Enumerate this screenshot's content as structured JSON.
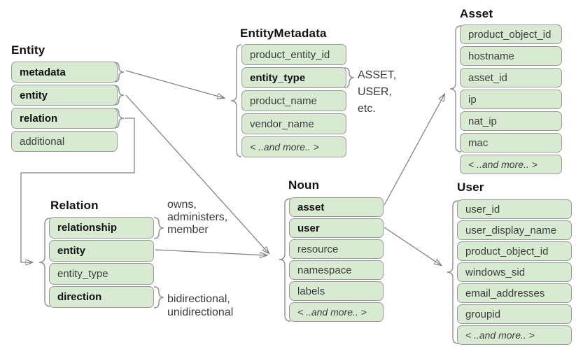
{
  "tables": {
    "entity": {
      "title": "Entity",
      "fields": [
        {
          "label": "metadata",
          "bold": true
        },
        {
          "label": "entity",
          "bold": true
        },
        {
          "label": "relation",
          "bold": true
        },
        {
          "label": "additional",
          "bold": false
        }
      ]
    },
    "entity_metadata": {
      "title": "EntityMetadata",
      "fields": [
        {
          "label": "product_entity_id",
          "bold": false
        },
        {
          "label": "entity_type",
          "bold": true
        },
        {
          "label": "product_name",
          "bold": false
        },
        {
          "label": "vendor_name",
          "bold": false
        },
        {
          "label": "< ..and more.. >",
          "bold": false,
          "more": true
        }
      ]
    },
    "asset": {
      "title": "Asset",
      "fields": [
        {
          "label": "product_object_id",
          "bold": false
        },
        {
          "label": "hostname",
          "bold": false
        },
        {
          "label": "asset_id",
          "bold": false
        },
        {
          "label": "ip",
          "bold": false
        },
        {
          "label": "nat_ip",
          "bold": false
        },
        {
          "label": "mac",
          "bold": false
        },
        {
          "label": "< ..and more.. >",
          "bold": false,
          "more": true
        }
      ]
    },
    "relation": {
      "title": "Relation",
      "fields": [
        {
          "label": "relationship",
          "bold": true
        },
        {
          "label": "entity",
          "bold": true
        },
        {
          "label": "entity_type",
          "bold": false
        },
        {
          "label": "direction",
          "bold": true
        }
      ]
    },
    "noun": {
      "title": "Noun",
      "fields": [
        {
          "label": "asset",
          "bold": true
        },
        {
          "label": "user",
          "bold": true
        },
        {
          "label": "resource",
          "bold": false
        },
        {
          "label": "namespace",
          "bold": false
        },
        {
          "label": "labels",
          "bold": false
        },
        {
          "label": "< ..and more.. >",
          "bold": false,
          "more": true
        }
      ]
    },
    "user": {
      "title": "User",
      "fields": [
        {
          "label": "user_id",
          "bold": false
        },
        {
          "label": "user_display_name",
          "bold": false
        },
        {
          "label": "product_object_id",
          "bold": false
        },
        {
          "label": "windows_sid",
          "bold": false
        },
        {
          "label": "email_addresses",
          "bold": false
        },
        {
          "label": "groupid",
          "bold": false
        },
        {
          "label": "< ..and more.. >",
          "bold": false,
          "more": true
        }
      ]
    }
  },
  "annotations": {
    "entity_type_values": {
      "lines": [
        "ASSET,",
        "USER,",
        "etc."
      ]
    },
    "relationship_values": {
      "lines": [
        "owns,",
        "administers,",
        "member"
      ]
    },
    "direction_values": {
      "lines": [
        "bidirectional,",
        "unidirectional"
      ]
    }
  },
  "connections": [
    {
      "from": "Entity.metadata",
      "to": "EntityMetadata"
    },
    {
      "from": "Entity.entity",
      "to": "Noun"
    },
    {
      "from": "Entity.relation",
      "to": "Relation"
    },
    {
      "from": "Relation.entity",
      "to": "Noun"
    },
    {
      "from": "Noun.asset",
      "to": "Asset"
    },
    {
      "from": "Noun.user",
      "to": "User"
    }
  ],
  "colors": {
    "field_fill": "#d9ead3",
    "field_border": "#9a9a9a",
    "connector": "#7f7f7f",
    "text_regular": "#3d3d3d",
    "text_bold": "#111111"
  }
}
